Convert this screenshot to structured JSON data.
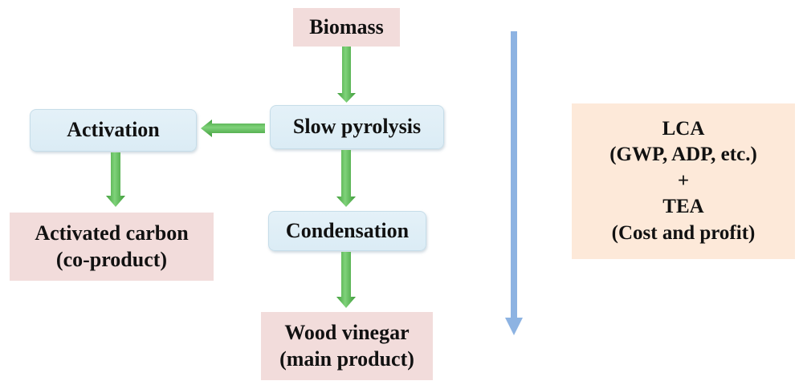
{
  "diagram": {
    "nodes": {
      "biomass": {
        "label": "Biomass"
      },
      "slow_pyrolysis": {
        "label": "Slow pyrolysis"
      },
      "activation": {
        "label": "Activation"
      },
      "condensation": {
        "label": "Condensation"
      },
      "activated_carbon": {
        "line1": "Activated carbon",
        "line2": "(co-product)"
      },
      "wood_vinegar": {
        "line1": "Wood vinegar",
        "line2": "(main product)"
      },
      "assessment": {
        "line1": "LCA",
        "line2": "(GWP, ADP, etc.)",
        "line3": "+",
        "line4": "TEA",
        "line5": "(Cost and profit)"
      }
    },
    "edges": [
      {
        "from": "biomass",
        "to": "slow_pyrolysis"
      },
      {
        "from": "slow_pyrolysis",
        "to": "activation"
      },
      {
        "from": "activation",
        "to": "activated_carbon"
      },
      {
        "from": "slow_pyrolysis",
        "to": "condensation"
      },
      {
        "from": "condensation",
        "to": "wood_vinegar"
      }
    ],
    "colors": {
      "product_box": "#F2DCDB",
      "process_box": "#DDEEF6",
      "assessment_box": "#FDE9D9",
      "flow_arrow": "#4EB548",
      "scope_arrow": "#8DB3E2"
    }
  }
}
